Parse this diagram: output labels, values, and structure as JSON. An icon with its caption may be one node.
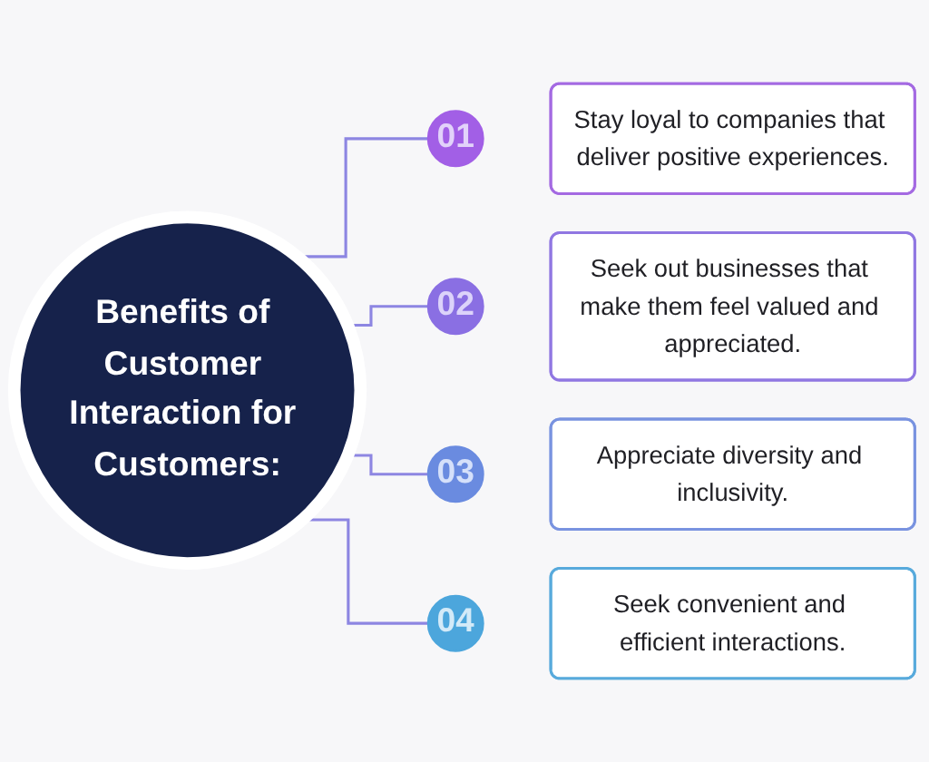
{
  "diagram": {
    "nodes": [
      {
        "text": [
          "Benefits of Customer Interaction for Customers:"
        ]
      },
      {
        "text": [
          "01"
        ]
      },
      {
        "text": [
          "Stay loyal to companies that deliver positive experiences."
        ]
      },
      {
        "text": [
          "02"
        ]
      },
      {
        "text": [
          "Seek out businesses that make them feel valued and appreciated."
        ]
      },
      {
        "text": [
          "03"
        ]
      },
      {
        "text": [
          "Appreciate diversity and inclusivity."
        ]
      },
      {
        "text": [
          "04"
        ]
      },
      {
        "text": [
          "Seek convenient and efficient interactions."
        ]
      }
    ],
    "edges": [
      {
        "from": 0,
        "to": 1,
        "arrow": "none"
      },
      {
        "from": 0,
        "to": 3,
        "arrow": "none"
      },
      {
        "from": 0,
        "to": 5,
        "arrow": "none"
      },
      {
        "from": 0,
        "to": 7,
        "arrow": "none"
      }
    ]
  }
}
